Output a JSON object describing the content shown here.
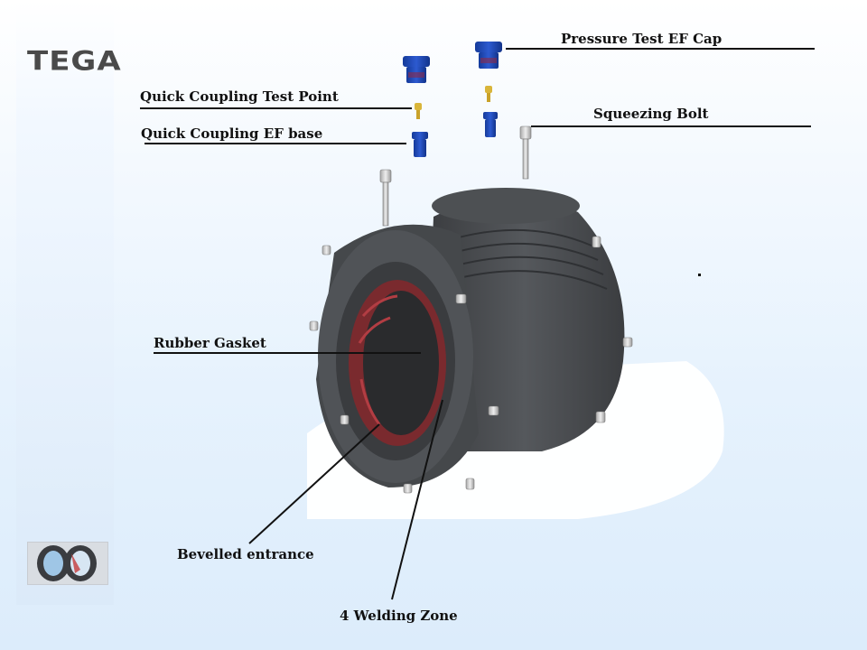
{
  "logo": "TEGA",
  "labels": {
    "pressure_test_ef_cap": "Pressure Test EF Cap",
    "quick_coupling_test_point": "Quick Coupling Test Point",
    "quick_coupling_ef_base": "Quick Coupling EF base",
    "squeezing_bolt": "Squeezing Bolt",
    "rubber_gasket": "Rubber Gasket",
    "bevelled_entrance": "Bevelled entrance",
    "welding_zone": "4 Welding Zone"
  },
  "colors": {
    "body": "#4a4d50",
    "cap_blue": "#1f47b8",
    "gasket_red": "#8a2a2f",
    "bolt": "#c8c8c8",
    "test_point": "#d9b53a"
  }
}
